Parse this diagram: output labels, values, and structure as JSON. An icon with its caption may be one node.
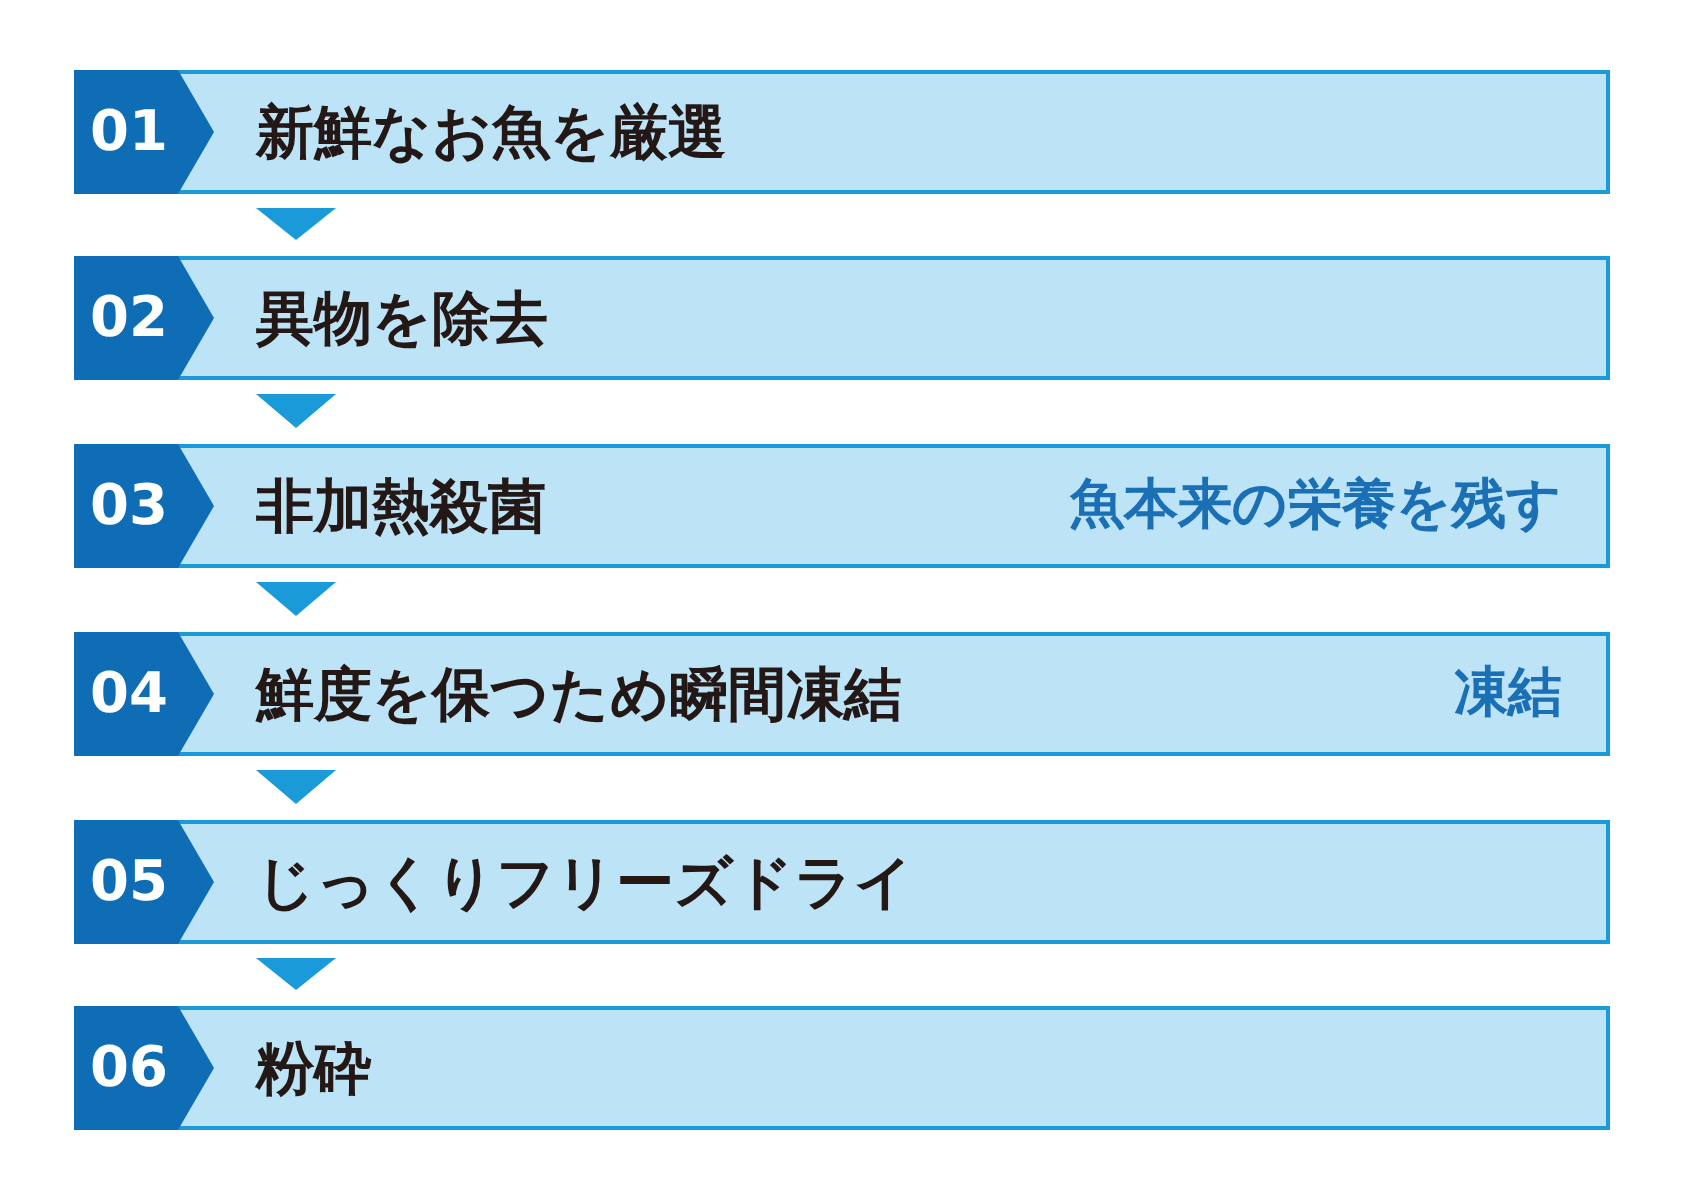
{
  "diagram": {
    "nodes": [
      {
        "text": [
          "01",
          "新鮮なお魚を厳選"
        ]
      },
      {
        "text": [
          "02",
          "異物を除去"
        ]
      },
      {
        "text": [
          "03",
          "非加熱殺菌",
          "魚本来の栄養を残す"
        ]
      },
      {
        "text": [
          "04",
          "鮮度を保つため瞬間凍結",
          "凍結"
        ]
      },
      {
        "text": [
          "05",
          "じっくりフリーズドライ"
        ]
      },
      {
        "text": [
          "06",
          "粉砕"
        ]
      }
    ],
    "edges": [
      {
        "from": 0,
        "to": 1,
        "arrow": "to"
      },
      {
        "from": 1,
        "to": 2,
        "arrow": "to"
      },
      {
        "from": 2,
        "to": 3,
        "arrow": "to"
      },
      {
        "from": 3,
        "to": 4,
        "arrow": "to"
      },
      {
        "from": 4,
        "to": 5,
        "arrow": "to"
      }
    ]
  }
}
